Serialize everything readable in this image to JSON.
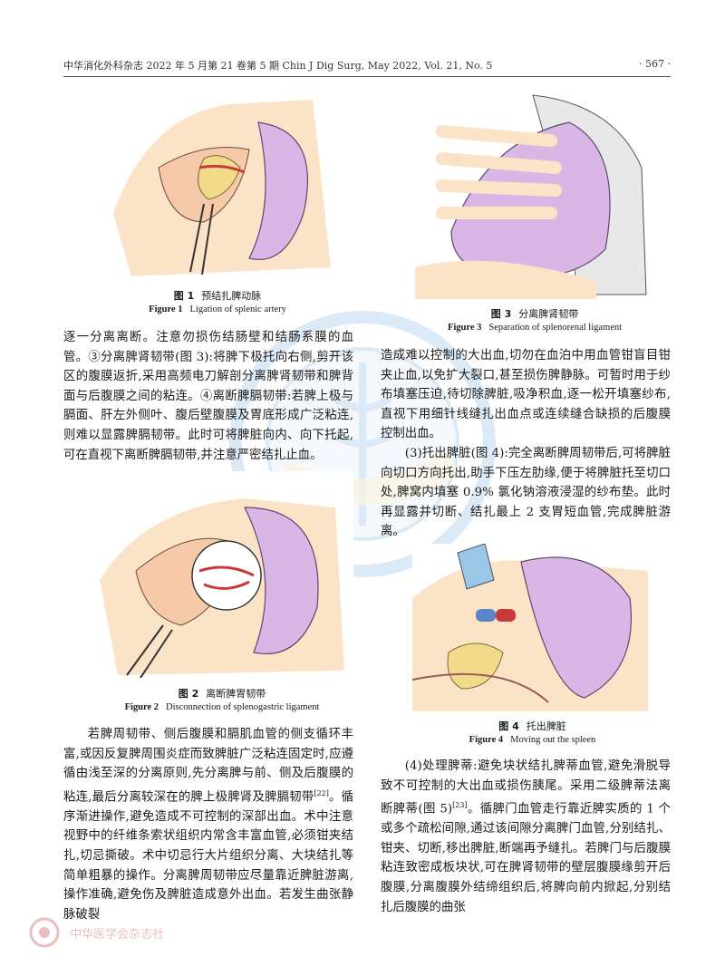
{
  "header": {
    "left": "中华消化外科杂志 2022 年 5 月第 21 卷第 5 期   Chin J Dig Surg, May 2022, Vol. 21, No. 5",
    "right": "· 567 ·"
  },
  "figures": {
    "fig1": {
      "num_cn": "图 1",
      "title_cn": "预结扎脾动脉",
      "num_en": "Figure 1",
      "title_en": "Ligation of splenic artery"
    },
    "fig2": {
      "num_cn": "图 2",
      "title_cn": "离断脾胃韧带",
      "num_en": "Figure 2",
      "title_en": "Disconnection of splenogastric ligament"
    },
    "fig3": {
      "num_cn": "图 3",
      "title_cn": "分离脾肾韧带",
      "num_en": "Figure 3",
      "title_en": "Separation of splenorenal ligament"
    },
    "fig4": {
      "num_cn": "图 4",
      "title_cn": "托出脾脏",
      "num_en": "Figure 4",
      "title_en": "Moving out the spleen"
    }
  },
  "text": {
    "left_p1": "逐一分离离断。注意勿损伤结肠壁和结肠系膜的血管。③分离脾肾韧带(图 3):将脾下极托向右侧,剪开该区的腹膜返折,采用高频电刀解剖分离脾肾韧带和脾背面与后腹膜之间的粘连。④离断脾膈韧带:若脾上极与膈面、肝左外侧叶、腹后壁腹膜及胃底形成广泛粘连,则难以显露脾膈韧带。此时可将脾脏向内、向下托起,可在直视下离断脾膈韧带,并注意严密结扎止血。",
    "left_p2a": "若脾周韧带、侧后腹膜和膈肌血管的侧支循环丰富,或因反复脾周围炎症而致脾脏广泛粘连固定时,应遵循由浅至深的分离原则,先分离脾与前、侧及后腹膜的粘连,最后分离较深在的脾上极脾肾及脾膈韧带",
    "left_p2_ref": "[22]",
    "left_p2b": "。循序渐进操作,避免造成不可控制的深部出血。术中注意视野中的纤维条索状组织内常含丰富血管,必须钳夹结扎,切忌撕破。术中切忌行大片组织分离、大块结扎等简单粗暴的操作。分离脾周韧带应尽量靠近脾脏游离,操作准确,避免伤及脾脏造成意外出血。若发生曲张静脉破裂",
    "right_p1": "造成难以控制的大出血,切勿在血泊中用血管钳盲目钳夹止血,以免扩大裂口,甚至损伤脾静脉。可暂时用于纱布填塞压迫,待切除脾脏,吸净积血,逐一松开填塞纱布,直视下用细针线缝扎出血点或连续缝合缺损的后腹膜控制出血。",
    "right_p2": "(3)托出脾脏(图 4):完全离断脾周韧带后,可将脾脏向切口方向托出,助手下压左肋缘,便于将脾脏托至切口处,脾窝内填塞 0.9% 氯化钠溶液浸湿的纱布垫。此时再显露并切断、结扎最上 2 支胃短血管,完成脾脏游离。",
    "right_p3a": "(4)处理脾蒂:避免块状结扎脾蒂血管,避免滑脱导致不可控制的大出血或损伤胰尾。采用二级脾蒂法离断脾蒂(图 5)",
    "right_p3_ref": "[23]",
    "right_p3b": "。循脾门血管走行靠近脾实质的 1 个或多个疏松间隙,通过该间隙分离脾门血管,分别结扎、钳夹、切断,移出脾脏,断端再予缝扎。若脾门与后腹膜粘连致密成板块状,可在脾肾韧带的壁层腹膜缘剪开后腹膜,分离腹膜外结缔组织后,将脾向前内掀起,分别结扎后腹膜的曲张"
  },
  "footer": {
    "logo_text": "中华医学会杂志社"
  },
  "colors": {
    "spleen": "#d9b6e6",
    "skin": "#fbe3c8",
    "tissue": "#f6c9a8",
    "fat": "#f3d98a",
    "blue": "#9cc6e6"
  }
}
